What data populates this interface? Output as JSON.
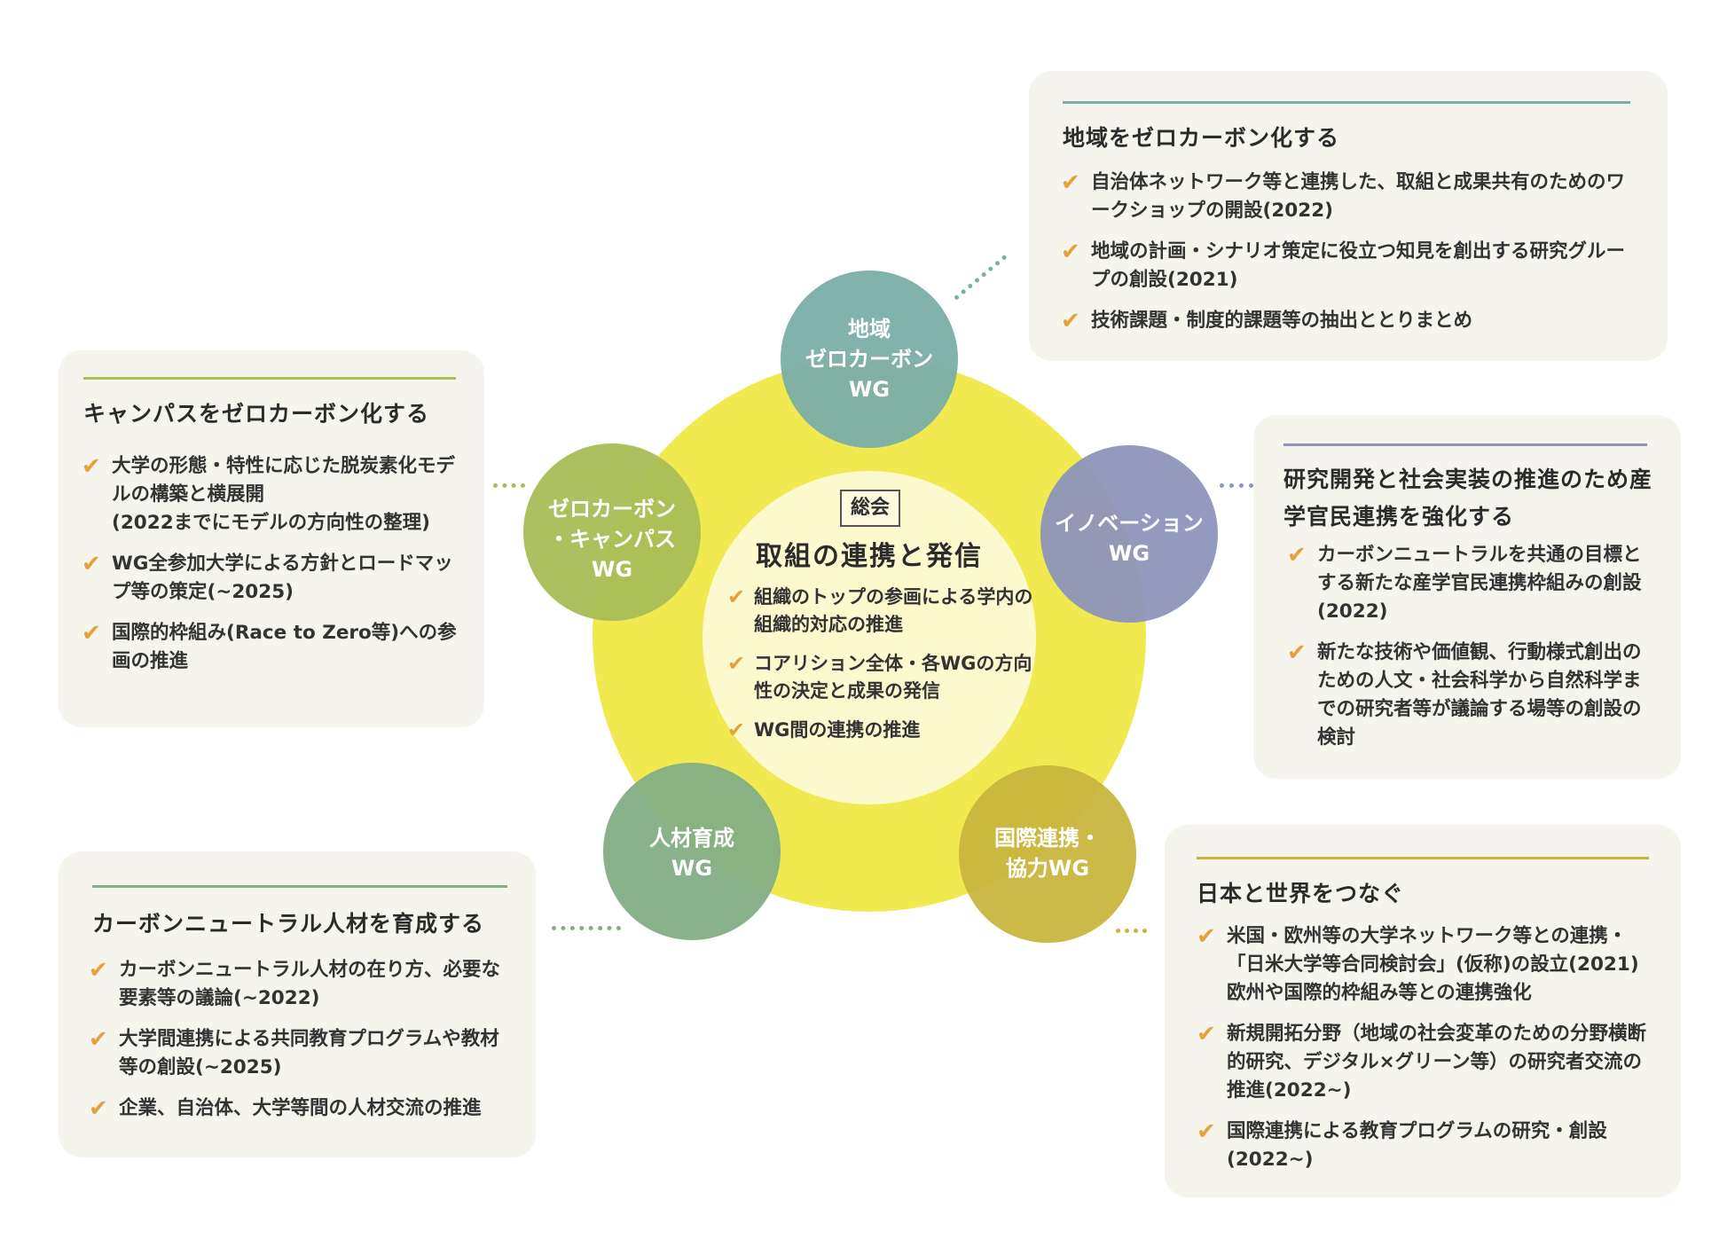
{
  "center": {
    "badge": "総会",
    "title": "取組の連携と発信",
    "items": [
      "組織のトップの参画による学内の組織的対応の推進",
      "コアリション全体・各WGの方向性の決定と成果の発信",
      "WG間の連携の推進"
    ]
  },
  "circles": {
    "regional": {
      "label": "地域\nゼロカーボン\nWG",
      "color": "#7aaea7"
    },
    "innovation": {
      "label": "イノベーション\nWG",
      "color": "#8d95bb"
    },
    "international": {
      "label": "国際連携・\n協力WG",
      "color": "#c8b53e"
    },
    "talent": {
      "label": "人材育成\nWG",
      "color": "#84ae84"
    },
    "campus": {
      "label": "ゼロカーボン\n・キャンパス\nWG",
      "color": "#a9bd57"
    }
  },
  "colors": {
    "ring": "#f1e950",
    "inner": "#fdf9cf",
    "check": "#e8a13a",
    "panel_bg": "#f5f5ee"
  },
  "panels": {
    "regional": {
      "title": "地域をゼロカーボン化する",
      "items": [
        "自治体ネットワーク等と連携した、取組と成果共有のためのワークショップの開設(2022)",
        "地域の計画・シナリオ策定に役立つ知見を創出する研究グループの創設(2021)",
        "技術課題・制度的課題等の抽出ととりまとめ"
      ]
    },
    "campus": {
      "title": "キャンパスをゼロカーボン化する",
      "items": [
        "大学の形態・特性に応じた脱炭素化モデルの構築と横展開\n(2022までにモデルの方向性の整理)",
        "WG全参加大学による方針とロードマップ等の策定(~2025)",
        "国際的枠組み(Race to Zero等)への参画の推進"
      ]
    },
    "innovation": {
      "title": "研究開発と社会実装の推進のため産学官民連携を強化する",
      "items": [
        "カーボンニュートラルを共通の目標とする新たな産学官民連携枠組みの創設(2022)",
        "新たな技術や価値観、行動様式創出のための人文・社会科学から自然科学までの研究者等が議論する場等の創設の検討"
      ]
    },
    "talent": {
      "title": "カーボンニュートラル人材を育成する",
      "items": [
        "カーボンニュートラル人材の在り方、必要な要素等の議論(~2022)",
        "大学間連携による共同教育プログラムや教材等の創設(~2025)",
        "企業、自治体、大学等間の人材交流の推進"
      ]
    },
    "international": {
      "title": "日本と世界をつなぐ",
      "items": [
        "米国・欧州等の大学ネットワーク等との連携・「日米大学等合同検討会」(仮称)の設立(2021) 欧州や国際的枠組み等との連携強化",
        "新規開拓分野（地域の社会変革のための分野横断的研究、デジタル×グリーン等）の研究者交流の推進(2022~)",
        "国際連携による教育プログラムの研究・創設(2022~)"
      ]
    }
  }
}
